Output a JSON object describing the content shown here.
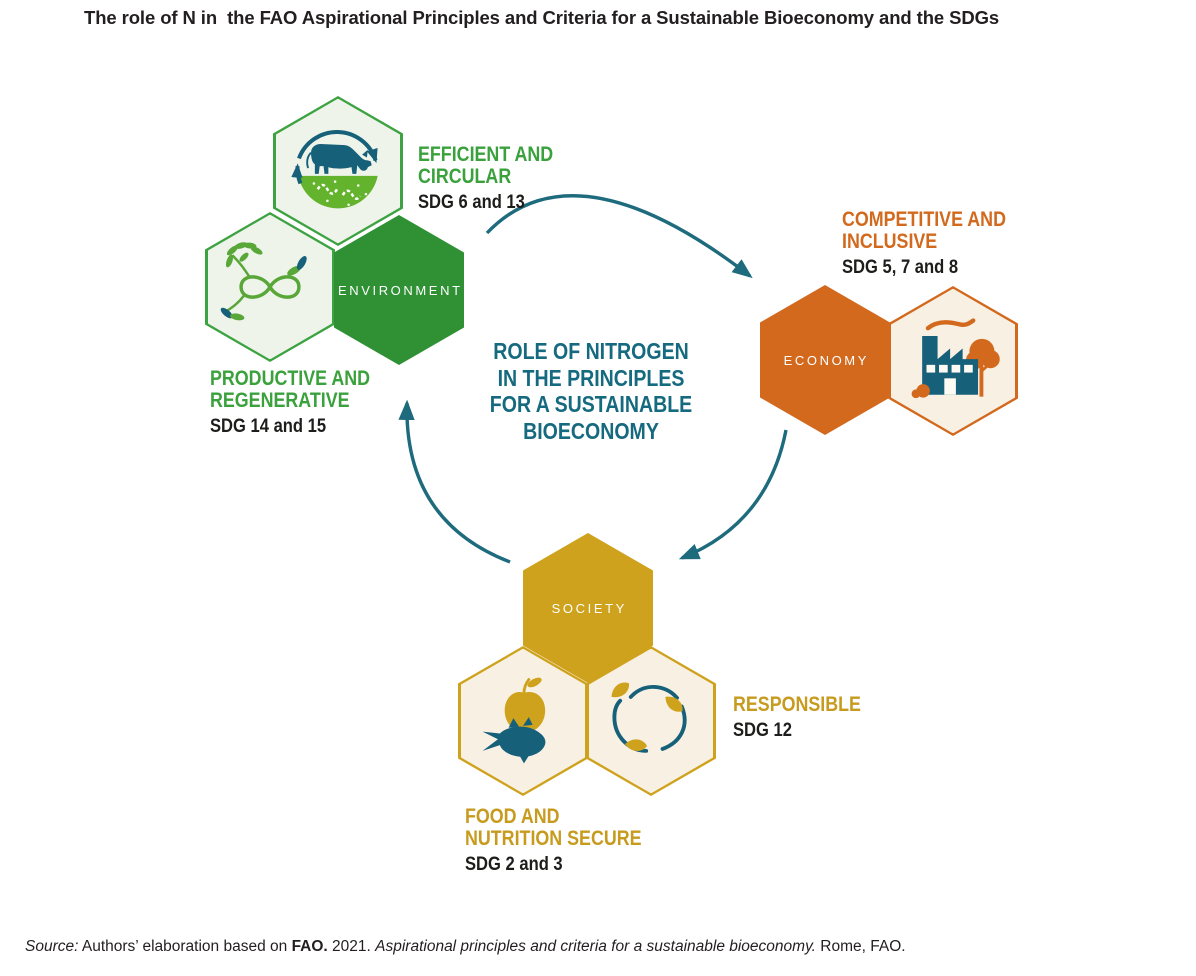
{
  "figure_title": "The role of N in  the FAO Aspirational Principles and Criteria for a Sustainable Bioeconomy and the SDGs",
  "center_label": "ROLE OF NITROGEN\nIN THE PRINCIPLES\nFOR A SUSTAINABLE\nBIOECONOMY",
  "hexagons": {
    "environment": "ENVIRONMENT",
    "economy": "ECONOMY",
    "society": "SOCIETY"
  },
  "captions": {
    "efficient": {
      "label": "EFFICIENT AND\nCIRCULAR",
      "sdg": "SDG 6 and 13"
    },
    "productive": {
      "label": "PRODUCTIVE AND\nREGENERATIVE",
      "sdg": "SDG 14 and 15"
    },
    "competitive": {
      "label": "COMPETITIVE AND\nINCLUSIVE",
      "sdg": "SDG 5, 7 and 8"
    },
    "responsible": {
      "label": "RESPONSIBLE",
      "sdg": "SDG 12"
    },
    "food": {
      "label": "FOOD AND\nNUTRITION SECURE",
      "sdg": "SDG 2 and 3"
    }
  },
  "icons": {
    "environment_top": "cow-grazing-circular-icon",
    "environment_left": "infinity-vine-icon",
    "economy_right": "factory-icon",
    "society_left": "apple-fish-icon",
    "society_right": "leaf-cycle-icon"
  },
  "source": {
    "label_italic": "Source:",
    "seg1": " Authors’ elaboration based on ",
    "seg2_bold": "FAO.",
    "seg3": " 2021. ",
    "seg4_italic": "Aspirational principles and criteria for a sustainable bioeconomy.",
    "seg5": " Rome, FAO."
  },
  "colors": {
    "environment_green": "#2f9134",
    "green_text": "#3aa13c",
    "green_tint_fill": "#eef4ea",
    "economy_orange": "#d2691d",
    "cream_fill": "#f8f0e3",
    "society_gold": "#cfa21d",
    "gold_text": "#c79b1e",
    "teal_icon": "#17607a",
    "teal_text": "#166a80",
    "arrow_teal": "#1d6b7d",
    "text_dark": "#231f20",
    "ground_green": "#64b32c",
    "vine_green": "#58a738"
  }
}
